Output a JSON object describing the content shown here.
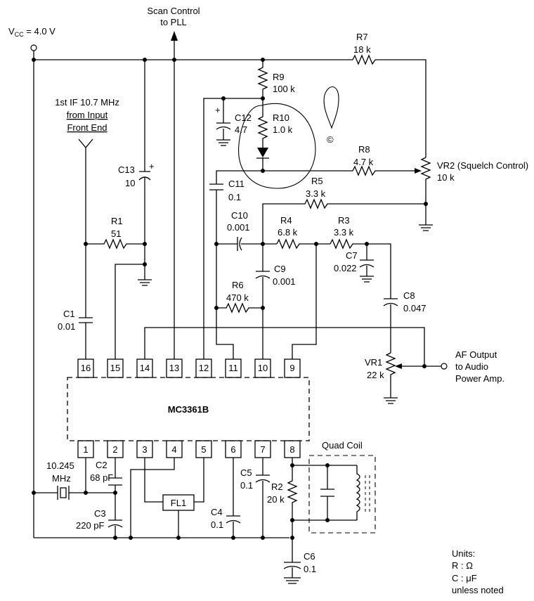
{
  "supply": {
    "label_main": "V",
    "label_sub": "CC",
    "label_rest": " = 4.0 V"
  },
  "scan": {
    "line1": "Scan Control",
    "line2": "to PLL"
  },
  "input": {
    "line1": "1st IF 10.7 MHz",
    "line2": "from Input",
    "line3": "Front End"
  },
  "af_output": {
    "line1": "AF Output",
    "line2": "to Audio",
    "line3": "Power Amp."
  },
  "quad_coil": "Quad Coil",
  "chip": {
    "name": "MC3361B",
    "top_pins": [
      "16",
      "15",
      "14",
      "13",
      "12",
      "11",
      "10",
      "9"
    ],
    "bottom_pins": [
      "1",
      "2",
      "3",
      "4",
      "5",
      "6",
      "7",
      "8"
    ]
  },
  "components": {
    "R1": {
      "name": "R1",
      "value": "51"
    },
    "R2": {
      "name": "R2",
      "value": "20 k"
    },
    "R3": {
      "name": "R3",
      "value": "3.3 k"
    },
    "R4": {
      "name": "R4",
      "value": "6.8 k"
    },
    "R5": {
      "name": "R5",
      "value": "3.3 k"
    },
    "R6": {
      "name": "R6",
      "value": "470 k"
    },
    "R7": {
      "name": "R7",
      "value": "18 k"
    },
    "R8": {
      "name": "R8",
      "value": "4.7 k"
    },
    "R9": {
      "name": "R9",
      "value": "100 k"
    },
    "R10": {
      "name": "R10",
      "value": "1.0 k"
    },
    "C1": {
      "name": "C1",
      "value": "0.01"
    },
    "C2": {
      "name": "C2",
      "value": "68 pF"
    },
    "C3": {
      "name": "C3",
      "value": "220 pF"
    },
    "C4": {
      "name": "C4",
      "value": "0.1"
    },
    "C5": {
      "name": "C5",
      "value": "0.1"
    },
    "C6": {
      "name": "C6",
      "value": "0.1"
    },
    "C7": {
      "name": "C7",
      "value": "0.022"
    },
    "C8": {
      "name": "C8",
      "value": "0.047"
    },
    "C9": {
      "name": "C9",
      "value": "0.001"
    },
    "C10": {
      "name": "C10",
      "value": "0.001"
    },
    "C11": {
      "name": "C11",
      "value": "0.1"
    },
    "C12": {
      "name": "C12",
      "value": "4.7"
    },
    "C13": {
      "name": "C13",
      "value": "10"
    },
    "VR1": {
      "name": "VR1",
      "value": "22 k"
    },
    "VR2": {
      "name": "VR2 (Squelch Control)",
      "value": "10 k"
    },
    "FL1": {
      "name": "FL1"
    },
    "XTAL": {
      "line1": "10.245",
      "line2": "MHz"
    }
  },
  "polarity_mark": "+",
  "units": {
    "title": "Units:",
    "r_line": "R : Ω",
    "c_line": "C : μF",
    "note": "unless noted"
  },
  "annotation_glyph": "©"
}
